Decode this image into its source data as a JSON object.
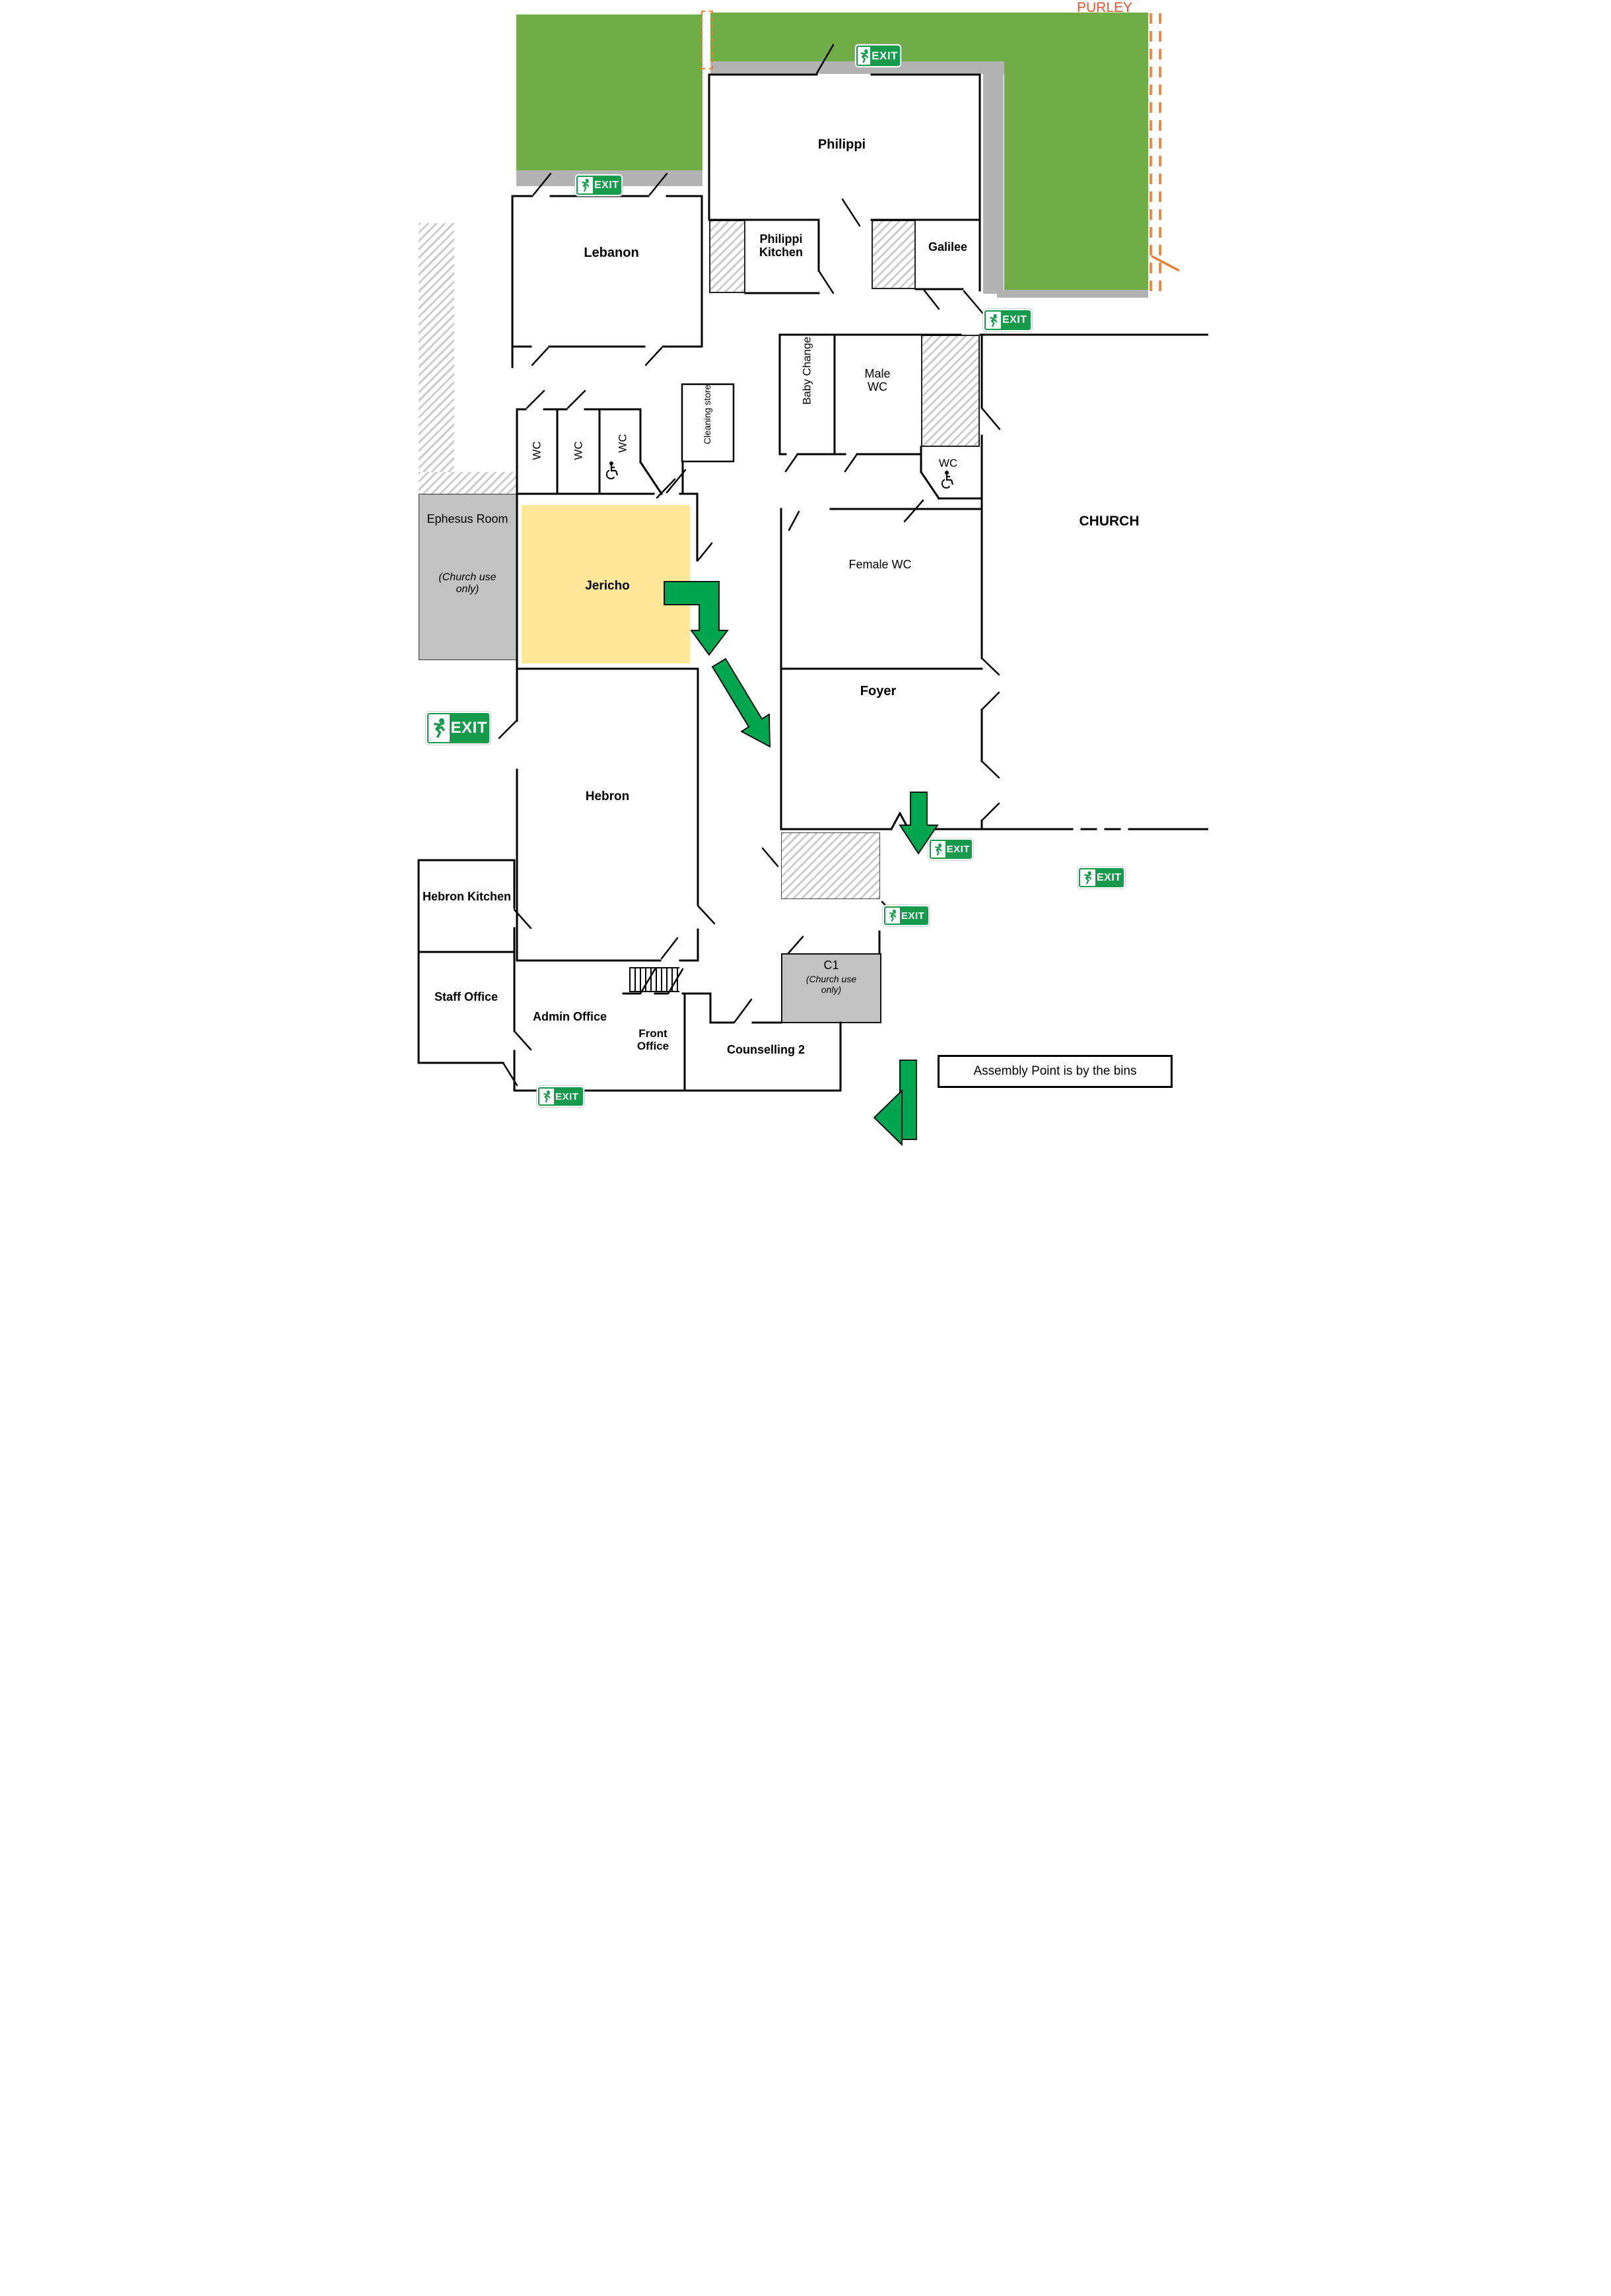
{
  "header": {
    "purley": "PURLEY",
    "church": "CHURCH",
    "assembly_note": "Assembly Point is by the bins"
  },
  "signs": {
    "exit": "EXIT"
  },
  "rooms": {
    "lebanon": "Lebanon",
    "philippi": "Philippi",
    "philippi_kitchen": "Philippi Kitchen",
    "galilee": "Galilee",
    "jericho": "Jericho",
    "ephesus": "Ephesus Room",
    "ephesus_note": "(Church use only)",
    "hebron": "Hebron",
    "hebron_kitchen": "Hebron Kitchen",
    "staff_office": "Staff Office",
    "admin_office": "Admin Office",
    "front_office": "Front Office",
    "counselling2": "Counselling 2",
    "c1": "C1",
    "c1_note": "(Church use only)",
    "foyer": "Foyer",
    "female_wc": "Female WC",
    "male_wc": "Male WC",
    "baby_change": "Baby Change",
    "wc": "WC",
    "cleaning_store": "Cleaning store"
  }
}
